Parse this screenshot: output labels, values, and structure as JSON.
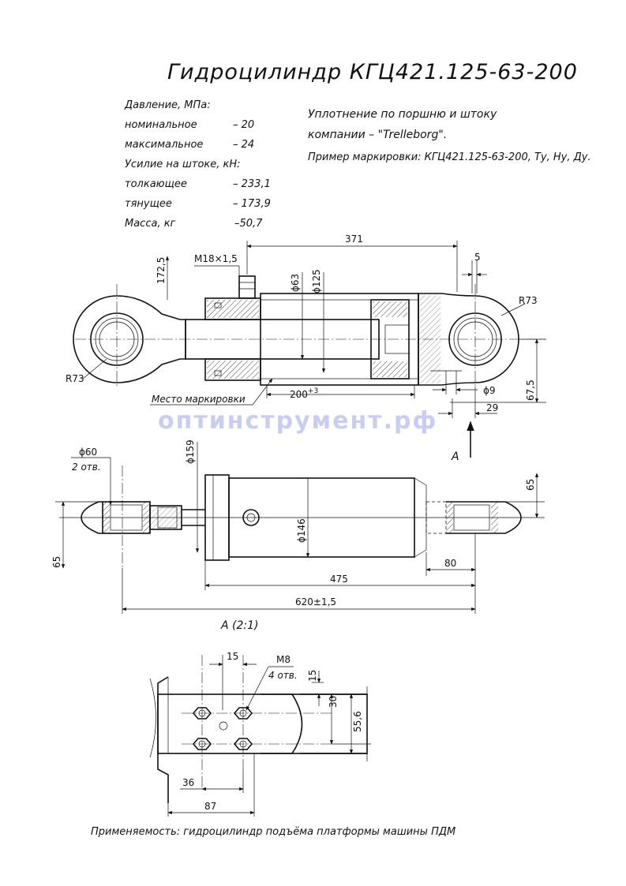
{
  "title": "Гидроцилиндр КГЦ421.125-63-200",
  "specs": {
    "pressure_heading": "Давление, МПа:",
    "nominal_label": "номинальное",
    "nominal_value": "– 20",
    "max_label": "максимальное",
    "max_value": "– 24",
    "force_heading": "Усилие на штоке, кН:",
    "push_label": "толкающее",
    "push_value": "– 233,1",
    "pull_label": "тянущее",
    "pull_value": "– 173,9",
    "mass_label": "Масса, кг",
    "mass_value": "–50,7"
  },
  "notes": {
    "seal_line1": "Уплотнение по поршню и штоку",
    "seal_line2": "компании – \"Trelleborg\".",
    "marking_example": "Пример маркировки: КГЦ421.125-63-200, Ту, Ну, Ду."
  },
  "side_view": {
    "dim_371": "371",
    "dim_5": "5",
    "dim_172_5": "172,5",
    "dim_m18": "М18×1,5",
    "dim_d63": "ϕ63",
    "dim_d125": "ϕ125",
    "dim_r73_right": "R73",
    "dim_r73_left": "R73",
    "dim_200_main": "200",
    "dim_200_tol": "+3",
    "dim_d9": "ϕ9",
    "dim_67_5": "67,5",
    "dim_29": "29",
    "marking_place": "Место маркировки",
    "view_arrow": "А"
  },
  "top_view": {
    "dim_d60": "ϕ60",
    "dim_2otv": "2 отв.",
    "dim_d159": "ϕ159",
    "dim_65_right": "65",
    "dim_65_left": "65",
    "dim_d146": "ϕ146",
    "dim_80": "80",
    "dim_475": "475",
    "dim_620": "620±1,5"
  },
  "detail_a": {
    "title": "А (2:1)",
    "dim_15_top": "15",
    "dim_m8": "М8",
    "dim_4otv": "4 отв.",
    "dim_15_right": "15",
    "dim_30": "30",
    "dim_55_6": "55,6",
    "dim_36": "36",
    "dim_87": "87"
  },
  "applicability": "Применяемость: гидроцилиндр подъёма платформы машины ПДМ",
  "watermark": "оптинструмент.рф"
}
